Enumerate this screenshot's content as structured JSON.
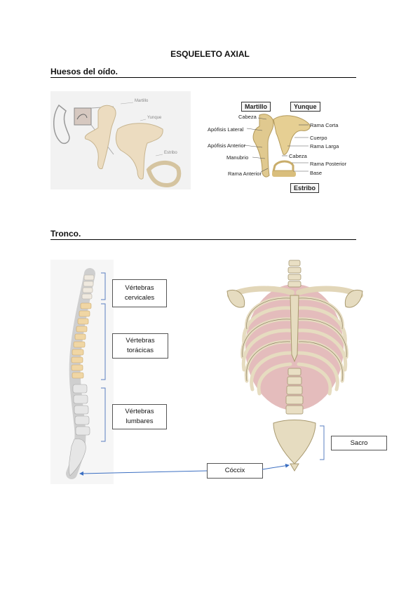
{
  "title": "ESQUELETO AXIAL",
  "sections": {
    "ear": {
      "heading": "Huesos del oído."
    },
    "trunk": {
      "heading": "Tronco."
    }
  },
  "ear_left_labels": {
    "martillo": "Martillo",
    "yunque": "Yunque",
    "estribo": "Estribo"
  },
  "ear_right_labels": {
    "martillo": "Martillo",
    "yunque": "Yunque",
    "estribo": "Estribo",
    "cabeza": "Cabeza",
    "apofisis_lateral": "Apófisis Lateral",
    "apofisis_anterior": "Apófisis Anterior",
    "manubrio": "Manubrio",
    "rama_anterior": "Rama Anterior",
    "rama_corta": "Rama Corta",
    "cuerpo": "Cuerpo",
    "rama_larga": "Rama Larga",
    "cabeza2": "Cabeza",
    "rama_posterior": "Rama Posterior",
    "base": "Base"
  },
  "spine_labels": {
    "cervicales_l1": "Vértebras",
    "cervicales_l2": "cervicales",
    "toracicas_l1": "Vértebras",
    "toracicas_l2": "torácicas",
    "lumbares_l1": "Vértebras",
    "lumbares_l2": "lumbares",
    "sacro": "Sacro",
    "coccix": "Cóccix"
  },
  "colors": {
    "bone": "#e8dcc0",
    "bone_dark": "#b9a77f",
    "ribs_inside": "#c98a8a",
    "bracket": "#5a7fc0",
    "arrow": "#3b6fc2"
  }
}
